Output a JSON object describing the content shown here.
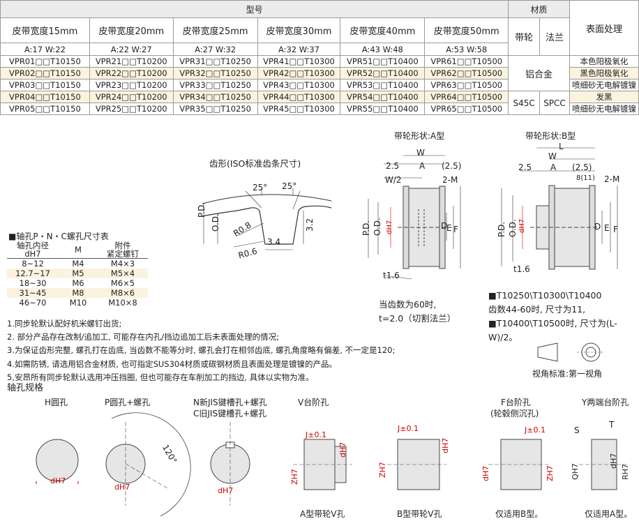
{
  "table": {
    "model_header": "型号",
    "material_header": "材质",
    "pulley_header": "带轮",
    "flange_header": "法兰",
    "surface_header": "表面处理",
    "width_cols": [
      {
        "label": "皮带宽度15mm",
        "dims": "A:17    W:22"
      },
      {
        "label": "皮带宽度20mm",
        "dims": "A:22 W:27"
      },
      {
        "label": "皮带宽度25mm",
        "dims": "A:27   W:32"
      },
      {
        "label": "皮带宽度30mm",
        "dims": "A:32   W:37"
      },
      {
        "label": "皮带宽度40mm",
        "dims": "A:43   W:48"
      },
      {
        "label": "皮带宽度50mm",
        "dims": "A:53   W:58"
      }
    ],
    "rows": [
      {
        "models": [
          "VPR01□□T10150",
          "VPR21□□T10200",
          "VPR31□□T10250",
          "VPR41□□T10300",
          "VPR51□□T10400",
          "VPR61□□T10500"
        ],
        "surface": "本色阳极氧化",
        "highlight": false
      },
      {
        "models": [
          "VPR02□□T10150",
          "VPR22□□T10200",
          "VPR32□□T10250",
          "VPR42□□T10300",
          "VPR52□□T10400",
          "VPR62□□T10500"
        ],
        "surface": "黑色阳极氧化",
        "highlight": true
      },
      {
        "models": [
          "VPR03□□T10150",
          "VPR23□□T10200",
          "VPR33□□T10250",
          "VPR43□□T10300",
          "VPR53□□T10400",
          "VPR63□□T10500"
        ],
        "surface": "喷细砂无电解镀镍",
        "highlight": false
      },
      {
        "models": [
          "VPR04□□T10150",
          "VPR24□□T10200",
          "VPR34□□T10250",
          "VPR44□□T10300",
          "VPR54□□T10400",
          "VPR64□□T10500"
        ],
        "surface": "发黑",
        "highlight": true
      },
      {
        "models": [
          "VPR05□□T10150",
          "VPR25□□T10200",
          "VPR35□□T10250",
          "VPR45□□T10300",
          "VPR55□□T10400",
          "VPR65□□T10500"
        ],
        "surface": "喷细砂无电解镀镍",
        "highlight": false
      }
    ],
    "aluminum": "铝合金",
    "steel_pulley": "S45C",
    "steel_flange": "SPCC"
  },
  "tooth": {
    "title": "齿形(ISO标准齿条尺寸)",
    "angle1": "25°",
    "angle2": "25°",
    "pd": "P.D.",
    "od": "O.D.",
    "r08": "R0.8",
    "r06": "R0.6",
    "h32": "3.2",
    "w34": "3.4"
  },
  "bore_table": {
    "title": "■轴孔P・N・C螺孔尺寸表",
    "headers": [
      "轴孔内径\ndH7",
      "M",
      "附件\n紧定螺钉"
    ],
    "rows": [
      [
        "8~12",
        "M4",
        "M4×3"
      ],
      [
        "12.7~17",
        "M5",
        "M5×4"
      ],
      [
        "18~30",
        "M6",
        "M6×5"
      ],
      [
        "31~45",
        "M8",
        "M8×6"
      ],
      [
        "46~70",
        "M10",
        "M10×8"
      ]
    ]
  },
  "notes": [
    "1.同步轮默认配好机米螺钉出货;",
    "2. 部分产品存在改制/追加工, 可能存在内孔/挡边追加工后未表面处理的情况;",
    "3.为保证齿形完整, 螺孔打在齿底, 当齿数不能等分时, 螺孔会打在相邻齿底, 螺孔角度略有偏差, 不一定是120;",
    "4.如需防锈, 请选用铝合金材质, 也可指定SUS304材质或碳钢材质且表面处理是镀镍的产品。",
    "5,安昂所有同步轮默认选用冲压挡圈, 但也可能存在车削加工的挡边, 具体以实物为准。"
  ],
  "shape_a": {
    "title": "带轮形状:A型",
    "w": "W",
    "a": "A",
    "d25": "2.5",
    "d25p": "(2.5)",
    "w2": "W/2",
    "twoM": "2-M",
    "pd": "P.D.",
    "od": "O.D.",
    "dh7": "dH7",
    "d": "D",
    "e": "E",
    "f": "F",
    "t16": "t1.6",
    "note1": "当齿数为60时,",
    "note2": "t=2.0（切割法兰）"
  },
  "shape_b": {
    "title": "带轮形状:B型",
    "l": "L",
    "w": "W",
    "a": "A",
    "d25": "2.5",
    "d25p": "(2.5)",
    "eight11": "8(11)",
    "twoM": "2-M",
    "pd": "P.D.",
    "od": "O.D.",
    "dh7": "dH7",
    "d": "D",
    "e": "E",
    "f": "F",
    "t16": "t1.6",
    "note1": "■T10250\\T10300\\T10400",
    "note2": "齿数44-60时, 尺寸为11,",
    "note3": "■T10400\\T10500时, 尺寸为(L-W)/2。"
  },
  "view_std": "视角标准:第一视角",
  "bore_spec": {
    "title": "轴孔规格",
    "h_title": "H圆孔",
    "p_title": "P圆孔+螺孔",
    "n_title1": "N新JIS键槽孔+螺孔",
    "n_title2": "C旧JIS键槽孔+螺孔",
    "v_title": "V台阶孔",
    "f_title1": "F台阶孔",
    "f_title2": "(轮毂侧沉孔)",
    "y_title": "Y两端台阶孔",
    "deg120": "120°",
    "dh7": "dH7",
    "j01": "J±0.1",
    "zh7": "ZH7",
    "qh7": "QH7",
    "rh7": "RH7",
    "s": "S",
    "t": "T",
    "cap_a": "A型带轮V孔",
    "cap_b": "B型带轮V孔",
    "cap_only_b": "仅适用B型。",
    "cap_only_a": "仅适用A型。"
  }
}
